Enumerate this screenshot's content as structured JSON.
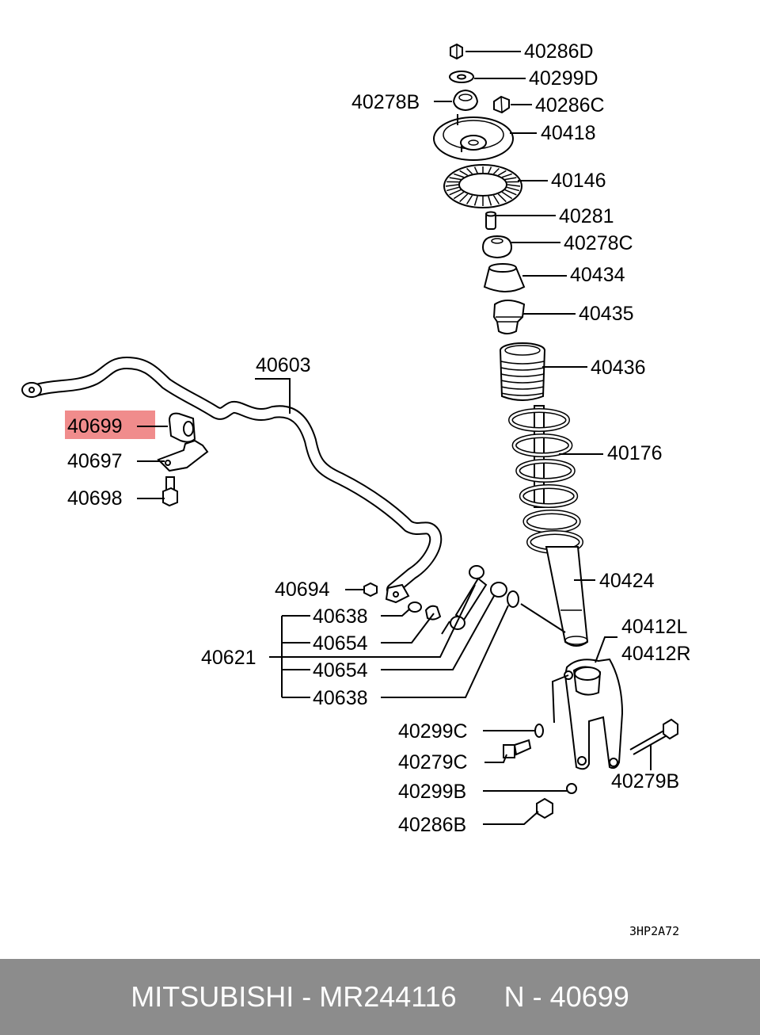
{
  "labels": {
    "l40286D": "40286D",
    "l40299D": "40299D",
    "l40278B": "40278B",
    "l40286C": "40286C",
    "l40418": "40418",
    "l40146": "40146",
    "l40281": "40281",
    "l40278C": "40278C",
    "l40434": "40434",
    "l40435": "40435",
    "l40436": "40436",
    "l40603": "40603",
    "l40699": "40699",
    "l40697": "40697",
    "l40698": "40698",
    "l40176": "40176",
    "l40424": "40424",
    "l40694": "40694",
    "l40638a": "40638",
    "l40654a": "40654",
    "l40621": "40621",
    "l40654b": "40654",
    "l40638b": "40638",
    "l40412L": "40412L",
    "l40412R": "40412R",
    "l40299C": "40299C",
    "l40279C": "40279C",
    "l40279B": "40279B",
    "l40299B": "40299B",
    "l40286B": "40286B"
  },
  "diagram_code": "3HP2A72",
  "highlight": {
    "part": "40699",
    "color": "#f08c8c"
  },
  "footer": {
    "text": "MITSUBISHI - MR244116      N - 40699",
    "background": "#8c8c8c"
  }
}
